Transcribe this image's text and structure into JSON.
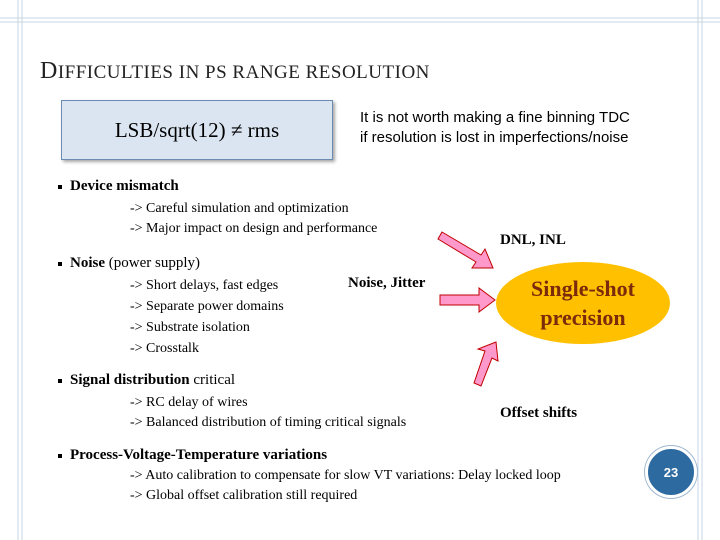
{
  "title": {
    "first_letter": "D",
    "rest": "IFFICULTIES IN PS RANGE RESOLUTION"
  },
  "lsb_box": {
    "text": "LSB/sqrt(12) ≠ rms"
  },
  "note": {
    "line1": "It is not worth making a fine binning TDC",
    "line2": "if resolution is lost in imperfections/noise"
  },
  "sections": {
    "device": {
      "title": "Device mismatch",
      "items": [
        "-> Careful simulation and optimization",
        "-> Major impact on design and performance"
      ]
    },
    "noise": {
      "title_bold": "Noise",
      "title_rest": " (power supply)",
      "items": [
        "-> Short delays, fast edges",
        "-> Separate power domains",
        "-> Substrate isolation",
        "-> Crosstalk"
      ]
    },
    "signal": {
      "title_bold": "Signal distribution",
      "title_rest": " critical",
      "items": [
        "-> RC delay of wires",
        "-> Balanced distribution of timing critical signals"
      ]
    },
    "pvt": {
      "title": "Process-Voltage-Temperature variations",
      "items": [
        "-> Auto calibration to compensate for slow VT variations: Delay locked loop",
        "-> Global offset calibration still required"
      ]
    }
  },
  "labels": {
    "dnl": "DNL, INL",
    "noise_jitter": "Noise, Jitter",
    "offset": "Offset shifts"
  },
  "ellipse": {
    "line1": "Single-shot",
    "line2": "precision"
  },
  "page_number": "23",
  "colors": {
    "box_fill": "#dbe5f1",
    "ellipse_fill": "#ffc000",
    "ellipse_text": "#7b2a0a",
    "arrow_fill": "#ff99cc",
    "arrow_stroke": "#c00000",
    "page_badge": "#2d6aa0"
  }
}
